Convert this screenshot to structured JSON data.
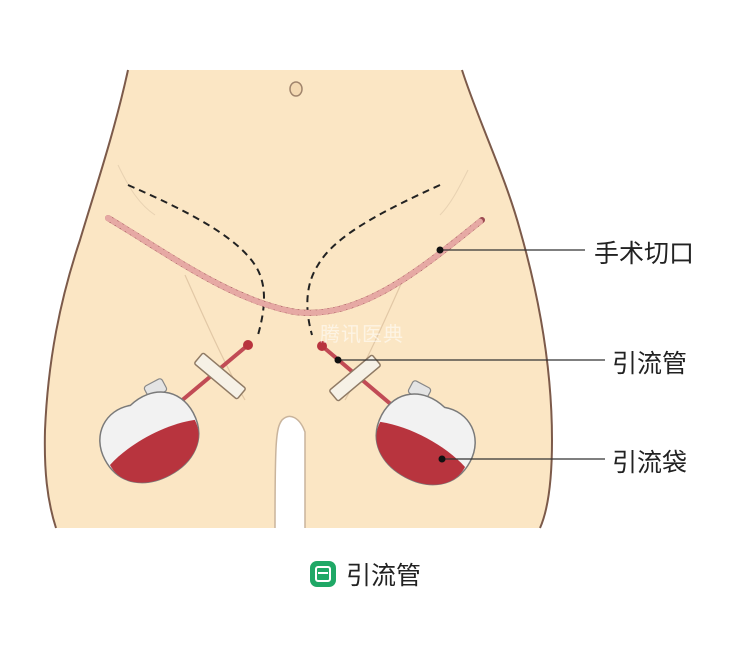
{
  "labels": {
    "incision": "手术切口",
    "drain_tube": "引流管",
    "drain_bag": "引流袋"
  },
  "caption": {
    "text": "引流管",
    "icon": "book-icon"
  },
  "watermark": "腾讯医典",
  "colors": {
    "skin": "#fbe6c4",
    "outline": "#7c5a4a",
    "suture": "#b05a60",
    "fluid": "#b8343e",
    "accent": "#1fa866"
  }
}
